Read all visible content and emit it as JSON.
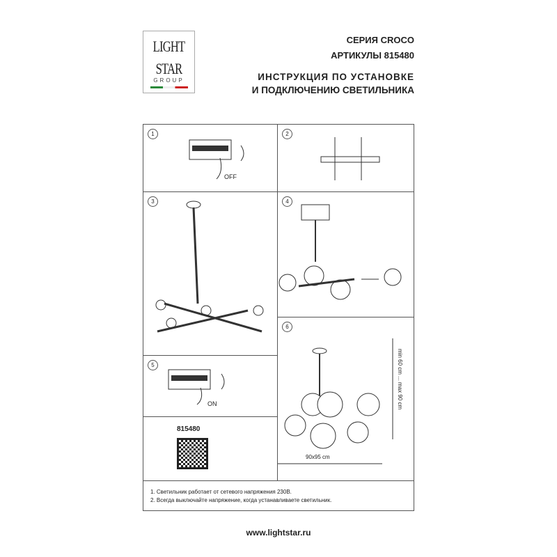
{
  "logo": {
    "line1": "LIGHT",
    "line2": "STAR",
    "line3": "GROUP"
  },
  "header": {
    "series": "СЕРИЯ CROCO",
    "articles": "АРТИКУЛЫ 815480",
    "title_line1": "ИНСТРУКЦИЯ ПО УСТАНОВКЕ",
    "title_line2": "И ПОДКЛЮЧЕНИЮ СВЕТИЛЬНИКА"
  },
  "steps": {
    "s1": "1",
    "s2": "2",
    "s3": "3",
    "s4": "4",
    "s5": "5",
    "s6": "6"
  },
  "labels": {
    "off": "OFF",
    "on": "ON",
    "article": "815480",
    "height": "min 60 cm ... max 90 cm",
    "width": "90x95 cm"
  },
  "notes": [
    "1. Светильник работает от сетевого напряжения 230В.",
    "2. Всегда выключайте напряжение, когда устанавливаете светильник."
  ],
  "footer": {
    "url": "www.lightstar.ru"
  }
}
